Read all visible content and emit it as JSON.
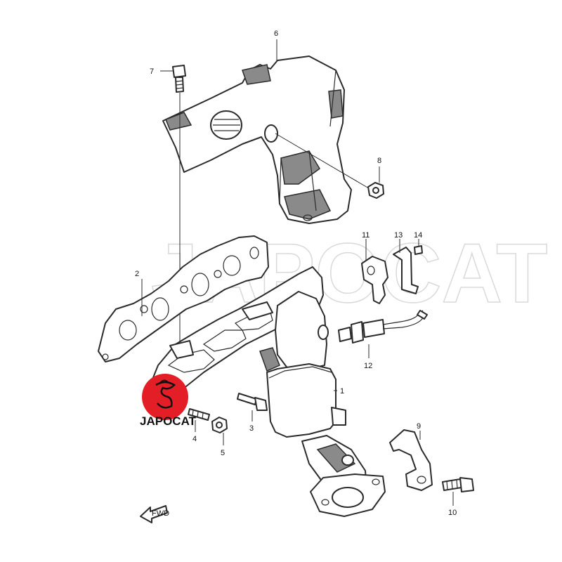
{
  "diagram": {
    "watermark": "JAPOCAT",
    "logo_text": "JAPOCAT",
    "fwd_marker": "FWD",
    "callouts": [
      "1",
      "2",
      "3",
      "4",
      "5",
      "6",
      "7",
      "8",
      "9",
      "10",
      "11",
      "12",
      "13",
      "14"
    ]
  },
  "colors": {
    "logo_red": "#e41e26",
    "line": "#2b2b2b",
    "shade": "#8a8a8a"
  }
}
